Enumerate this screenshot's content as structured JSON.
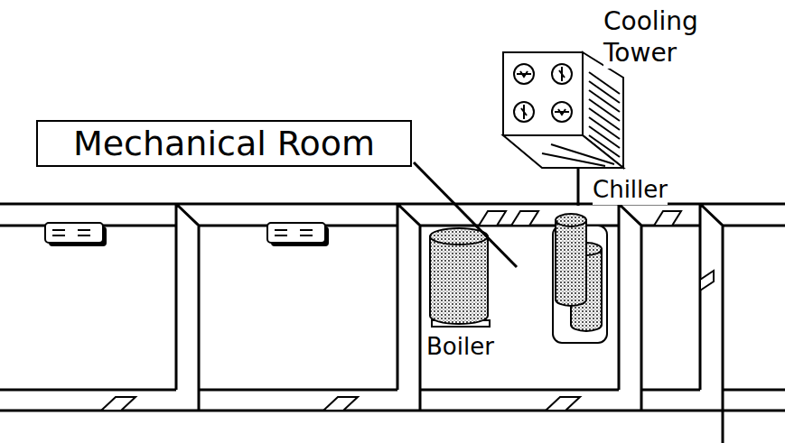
{
  "diagram": {
    "nodes": [
      {
        "text": [
          "Mechanical Room"
        ]
      }
    ],
    "labels": [
      "Cooling Tower",
      "Chiller",
      "Boiler"
    ]
  }
}
